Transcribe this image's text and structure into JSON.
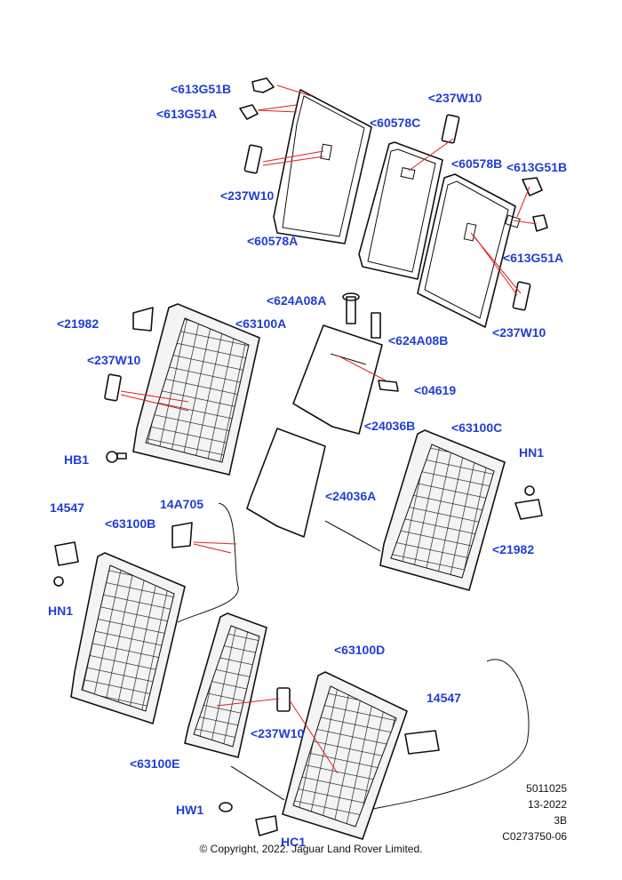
{
  "callouts": {
    "613G51B_a": "<613G51B",
    "613G51A_a": "<613G51A",
    "237W10_a": "<237W10",
    "60578A": "<60578A",
    "237W10_b": "<237W10",
    "60578C": "<60578C",
    "60578B": "<60578B",
    "613G51B_b": "<613G51B",
    "613G51A_b": "<613G51A",
    "237W10_c": "<237W10",
    "21982_a": "<21982",
    "63100A": "<63100A",
    "237W10_d": "<237W10",
    "HB1": "HB1",
    "624A08A": "<624A08A",
    "624A08B": "<624A08B",
    "04619": "<04619",
    "24036B": "<24036B",
    "63100C": "<63100C",
    "HN1_a": "HN1",
    "24036A": "<24036A",
    "21982_b": "<21982",
    "14547_a": "14547",
    "63100B": "<63100B",
    "14A705": "14A705",
    "HN1_b": "HN1",
    "63100D": "<63100D",
    "14547_b": "14547",
    "237W10_e": "<237W10",
    "63100E": "<63100E",
    "HW1": "HW1",
    "HC1": "HC1"
  },
  "meta": {
    "ref": "5011025",
    "date": "13-2022",
    "code": "3B",
    "illustration": "C0273750-06"
  },
  "copyright": "© Copyright, 2022. Jaguar Land Rover Limited."
}
